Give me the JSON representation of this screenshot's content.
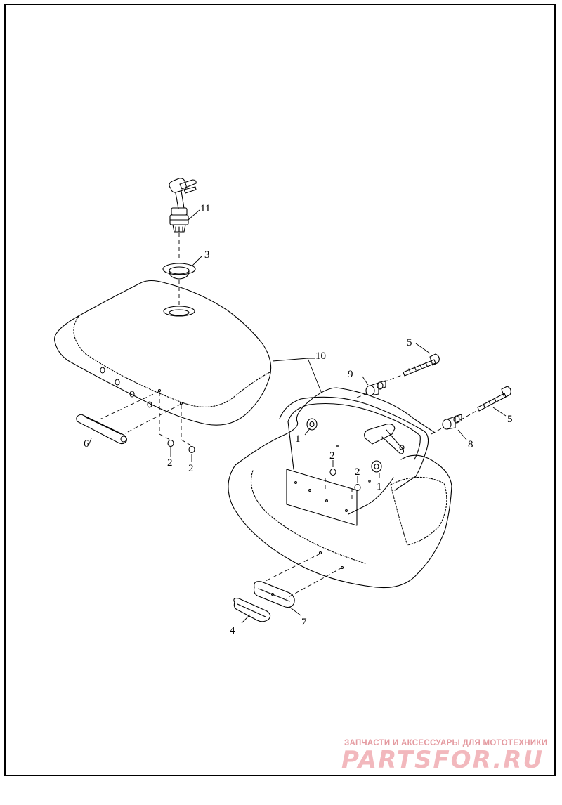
{
  "callouts": {
    "c1a": "1",
    "c1b": "1",
    "c2a": "2",
    "c2b": "2",
    "c2c": "2",
    "c2d": "2",
    "c3": "3",
    "c4": "4",
    "c5a": "5",
    "c5b": "5",
    "c6": "6",
    "c7": "7",
    "c8": "8",
    "c9": "9",
    "c10": "10",
    "c11": "11"
  },
  "watermark": {
    "tagline": "ЗАПЧАСТИ И АКСЕССУАРЫ ДЛЯ МОТОТЕХНИКИ",
    "logo": "PARTSFOR.RU"
  },
  "colors": {
    "line": "#000000",
    "watermark": "#f2b8bd"
  }
}
